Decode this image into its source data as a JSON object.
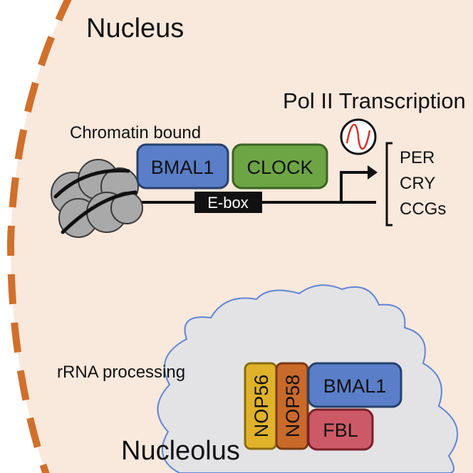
{
  "compartments": {
    "nucleus": "Nucleus",
    "nucleolus": "Nucleolus"
  },
  "chromatin": {
    "label": "Chromatin bound",
    "ebox": "E-box"
  },
  "proteins_chromatin": {
    "bmal1": "BMAL1",
    "clock": "CLOCK"
  },
  "transcription": {
    "title": "Pol II Transcription",
    "targets": [
      "PER",
      "CRY",
      "CCGs"
    ]
  },
  "nucleolus_proteins": {
    "process_label": "rRNA processing",
    "nop56": "NOP56",
    "nop58": "NOP58",
    "bmal1": "BMAL1",
    "fbl": "FBL"
  },
  "colors": {
    "background": "#f9e8dc",
    "nuclear_envelope": "#d0702c",
    "nucleolus_fill": "#e3e3e5",
    "nucleolus_outline": "#5f86d6",
    "bmal1": "#5a7fc8",
    "clock": "#6da544",
    "nop56": "#e0b22a",
    "nop58": "#c96a2b",
    "fbl": "#cc5a66",
    "sine": "#d9342b"
  }
}
